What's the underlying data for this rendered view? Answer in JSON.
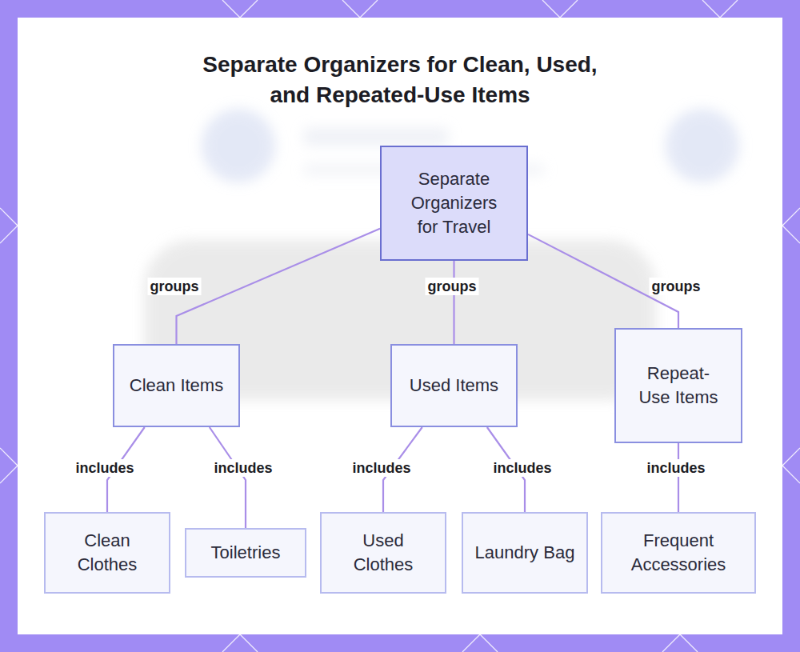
{
  "diagram": {
    "title": "Separate Organizers for Clean, Used, and Repeated-Use Items",
    "nodes": [
      {
        "text": [
          "Separate Organizers for Travel"
        ]
      },
      {
        "text": [
          "Clean Items"
        ]
      },
      {
        "text": [
          "Used Items"
        ]
      },
      {
        "text": [
          "Repeat- Use Items"
        ]
      },
      {
        "text": [
          "Clean Clothes"
        ]
      },
      {
        "text": [
          "Toiletries"
        ]
      },
      {
        "text": [
          "Used Clothes"
        ]
      },
      {
        "text": [
          "Laundry Bag"
        ]
      },
      {
        "text": [
          "Frequent Accessories"
        ]
      }
    ],
    "edges": [
      {
        "from": 0,
        "to": 1,
        "label": "groups",
        "arrow": "none"
      },
      {
        "from": 0,
        "to": 2,
        "label": "groups",
        "arrow": "none"
      },
      {
        "from": 0,
        "to": 3,
        "label": "groups",
        "arrow": "none"
      },
      {
        "from": 1,
        "to": 4,
        "label": "includes",
        "arrow": "none"
      },
      {
        "from": 1,
        "to": 5,
        "label": "includes",
        "arrow": "none"
      },
      {
        "from": 2,
        "to": 6,
        "label": "includes",
        "arrow": "none"
      },
      {
        "from": 2,
        "to": 7,
        "label": "includes",
        "arrow": "none"
      },
      {
        "from": 3,
        "to": 8,
        "label": "includes",
        "arrow": "none"
      }
    ]
  }
}
